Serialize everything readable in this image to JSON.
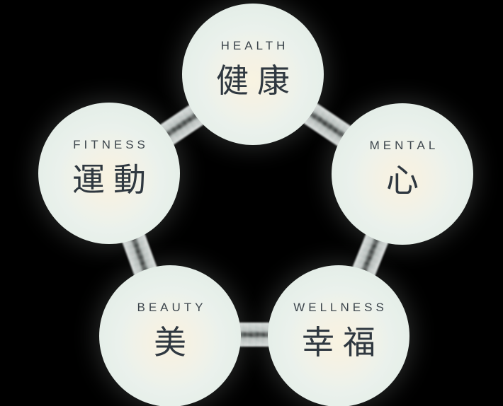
{
  "diagram": {
    "type": "network-pentagon",
    "background_color": "#000000",
    "node_fill_center_color": "#f8f3e1",
    "node_fill_edge_color": "#e3ece7",
    "connector_color": "#f6fbf9",
    "label_color": "#3d464d",
    "kanji_color": "#2f3840",
    "nodes": [
      {
        "id": "health",
        "label": "HEALTH",
        "kanji": "健康",
        "position": "top"
      },
      {
        "id": "fitness",
        "label": "FITNESS",
        "kanji": "運動",
        "position": "left"
      },
      {
        "id": "mental",
        "label": "MENTAL",
        "kanji": "心",
        "position": "right"
      },
      {
        "id": "beauty",
        "label": "BEAUTY",
        "kanji": "美",
        "position": "bottom-left"
      },
      {
        "id": "wellness",
        "label": "WELLNESS",
        "kanji": "幸福",
        "position": "bottom-right"
      }
    ],
    "connections": [
      {
        "from": "health",
        "to": "fitness"
      },
      {
        "from": "health",
        "to": "mental"
      },
      {
        "from": "fitness",
        "to": "beauty"
      },
      {
        "from": "mental",
        "to": "wellness"
      },
      {
        "from": "beauty",
        "to": "wellness"
      }
    ]
  }
}
